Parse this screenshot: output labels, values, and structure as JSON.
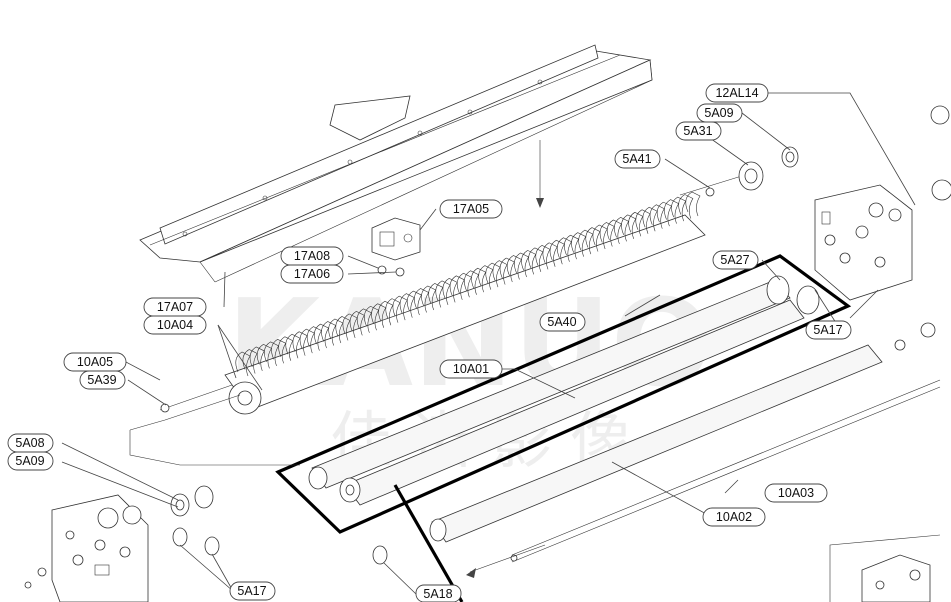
{
  "watermark": {
    "latin": "KANUO",
    "chinese": "佳诺影像"
  },
  "callouts": [
    {
      "id": "12AL14",
      "label": "12AL14"
    },
    {
      "id": "5A09-top",
      "label": "5A09"
    },
    {
      "id": "5A31",
      "label": "5A31"
    },
    {
      "id": "5A41",
      "label": "5A41"
    },
    {
      "id": "17A05",
      "label": "17A05"
    },
    {
      "id": "17A08",
      "label": "17A08"
    },
    {
      "id": "17A06",
      "label": "17A06"
    },
    {
      "id": "5A27",
      "label": "5A27"
    },
    {
      "id": "17A07",
      "label": "17A07"
    },
    {
      "id": "10A04",
      "label": "10A04"
    },
    {
      "id": "5A40",
      "label": "5A40"
    },
    {
      "id": "5A17-right",
      "label": "5A17"
    },
    {
      "id": "10A05",
      "label": "10A05"
    },
    {
      "id": "5A39",
      "label": "5A39"
    },
    {
      "id": "10A01",
      "label": "10A01"
    },
    {
      "id": "5A08",
      "label": "5A08"
    },
    {
      "id": "5A09-left",
      "label": "5A09"
    },
    {
      "id": "10A03",
      "label": "10A03"
    },
    {
      "id": "10A02",
      "label": "10A02"
    },
    {
      "id": "5A17-bottom",
      "label": "5A17"
    },
    {
      "id": "5A18",
      "label": "5A18"
    }
  ]
}
